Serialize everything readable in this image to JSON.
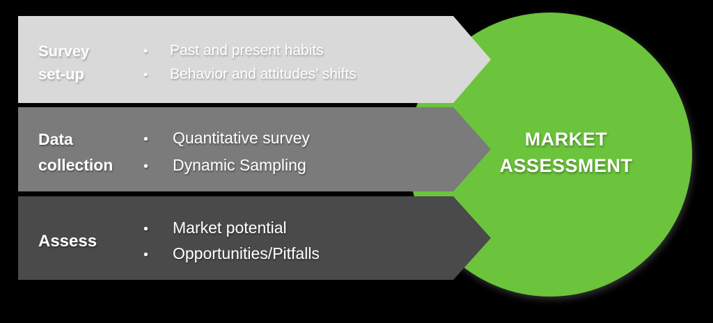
{
  "diagram": {
    "background_color": "#000000",
    "text_color": "#ffffff",
    "bullet_char": "•",
    "stages": [
      {
        "id": "survey-setup",
        "label_line1": "Survey",
        "label_line2": "set-up",
        "bullets": [
          "Past and present habits",
          "Behavior and attitudes’ shifts"
        ],
        "color": "#d9d9d9"
      },
      {
        "id": "data-collection",
        "label_line1": "Data",
        "label_line2": "collection",
        "bullets": [
          "Quantitative survey",
          "Dynamic Sampling"
        ],
        "color": "#7b7b7b"
      },
      {
        "id": "assess",
        "label_line1": "Assess",
        "label_line2": "",
        "bullets": [
          "Market potential",
          "Opportunities/Pitfalls"
        ],
        "color": "#4a4a4a"
      }
    ],
    "result": {
      "line1": "MARKET",
      "line2": "ASSESSMENT",
      "color": "#6bc43c",
      "text_color": "#ffffff"
    }
  }
}
